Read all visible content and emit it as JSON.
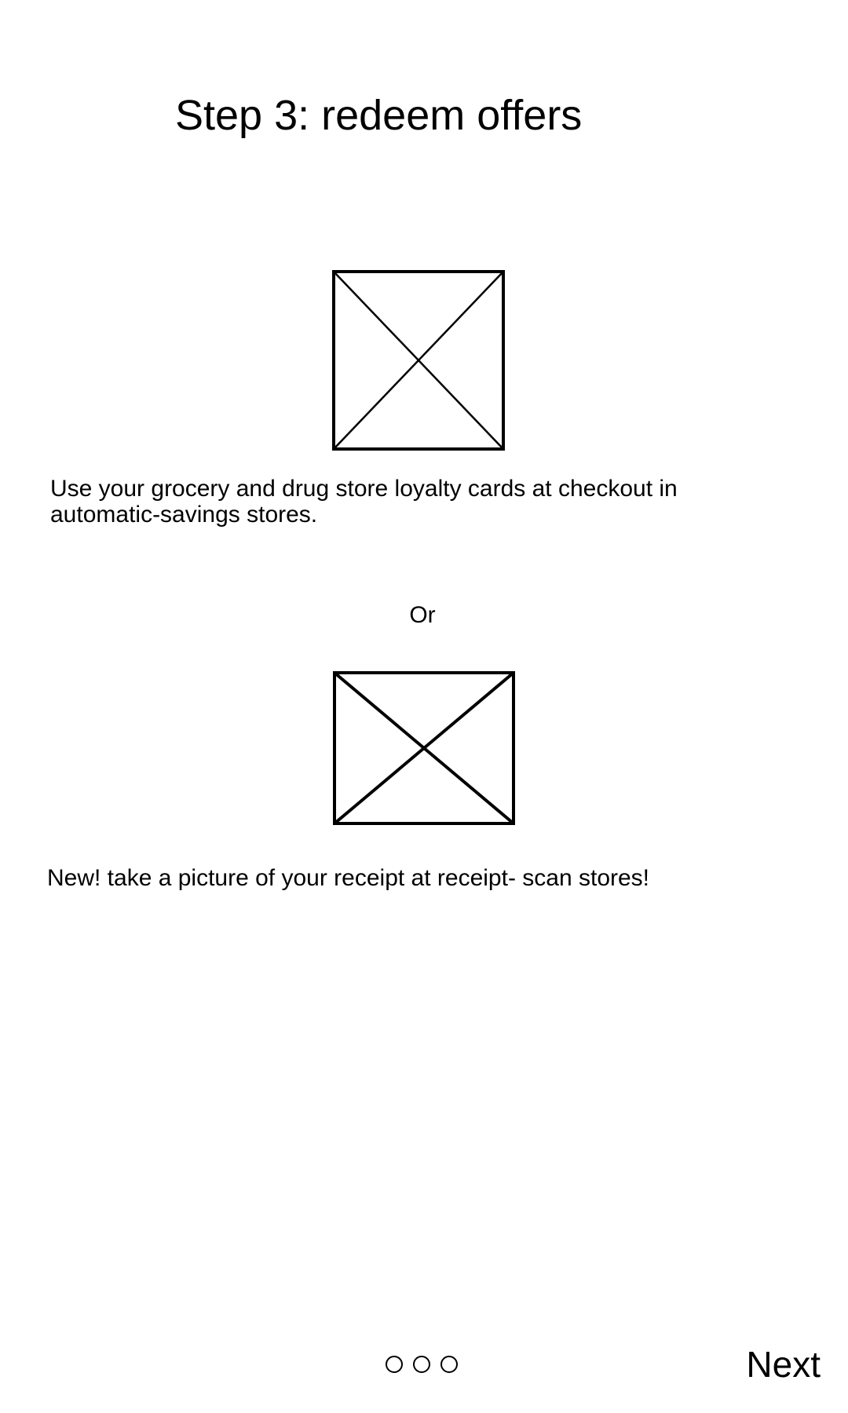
{
  "header": {
    "title": "Step 3: redeem offers"
  },
  "sections": [
    {
      "image_icon": "image-placeholder-icon",
      "text": "Use your grocery and drug store loyalty cards at checkout in automatic-savings stores."
    },
    {
      "image_icon": "image-placeholder-icon",
      "text": "New! take a picture of your receipt at receipt- scan stores!"
    }
  ],
  "divider_text": "Or",
  "pager": {
    "count": 3,
    "dot_icon": "empty-circle-icon"
  },
  "footer": {
    "next_label": "Next"
  },
  "colors": {
    "background": "#ffffff",
    "foreground": "#000000"
  }
}
